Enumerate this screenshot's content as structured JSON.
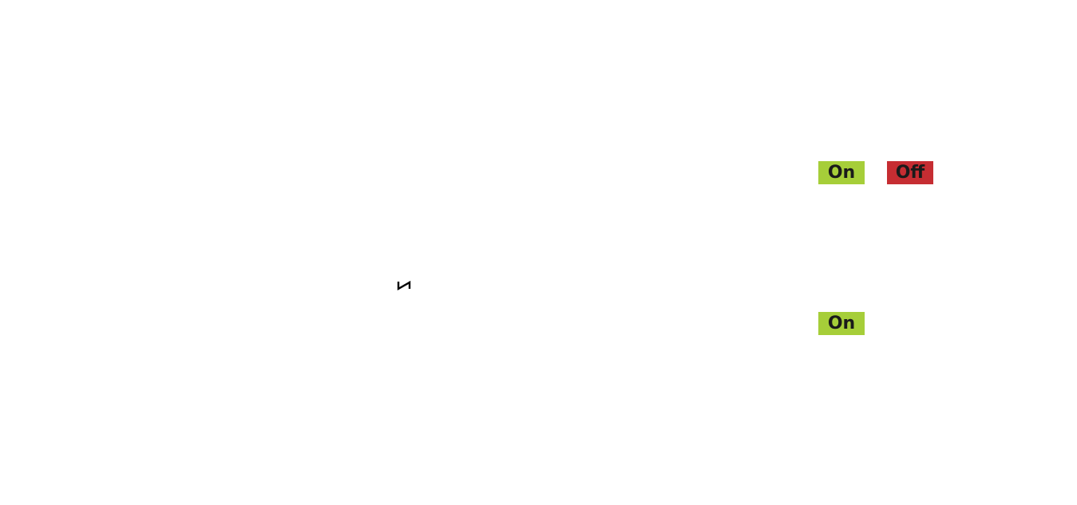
{
  "toggles": [
    {
      "label": "On",
      "color": "#a6ce39"
    },
    {
      "label": "Off",
      "color": "#c62d32"
    },
    {
      "label": "On",
      "color": "#a6ce39"
    }
  ],
  "glyph": {
    "icon": "zigzag-glyph-icon"
  }
}
